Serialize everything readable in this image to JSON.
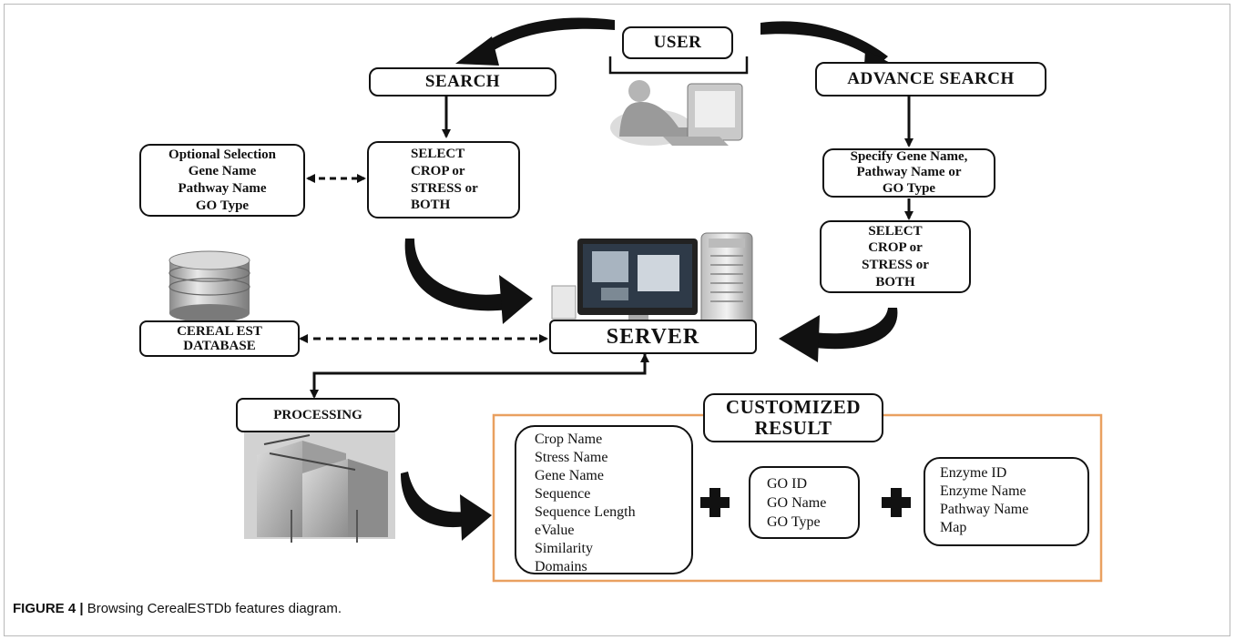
{
  "nodes": {
    "user": "USER",
    "search": "SEARCH",
    "advance_search": "ADVANCE SEARCH",
    "optional_selection": [
      "Optional Selection",
      "Gene Name",
      "Pathway Name",
      "GO Type"
    ],
    "select_left": [
      "SELECT",
      "CROP or",
      "STRESS or",
      "BOTH"
    ],
    "specify": [
      "Specify Gene Name,",
      "Pathway Name or",
      "GO Type"
    ],
    "select_right": [
      "SELECT",
      "CROP or",
      "STRESS or",
      "BOTH"
    ],
    "cereal_est_database": [
      "CEREAL EST",
      "DATABASE"
    ],
    "server": "SERVER",
    "processing": "PROCESSING",
    "customized_result": [
      "CUSTOMIZED",
      "RESULT"
    ]
  },
  "result_lists": {
    "primary": [
      "Crop Name",
      "Stress Name",
      "Gene Name",
      "Sequence",
      "Sequence Length",
      "eValue",
      "Similarity",
      "Domains"
    ],
    "go": [
      "GO ID",
      "GO Name",
      "GO Type"
    ],
    "enzyme": [
      "Enzyme ID",
      "Enzyme Name",
      "Pathway Name",
      "Map"
    ]
  },
  "caption": {
    "label": "FIGURE 4 |",
    "text": " Browsing CerealESTDb features diagram."
  },
  "colors": {
    "result_border": "#e9a060",
    "ink": "#111111"
  }
}
